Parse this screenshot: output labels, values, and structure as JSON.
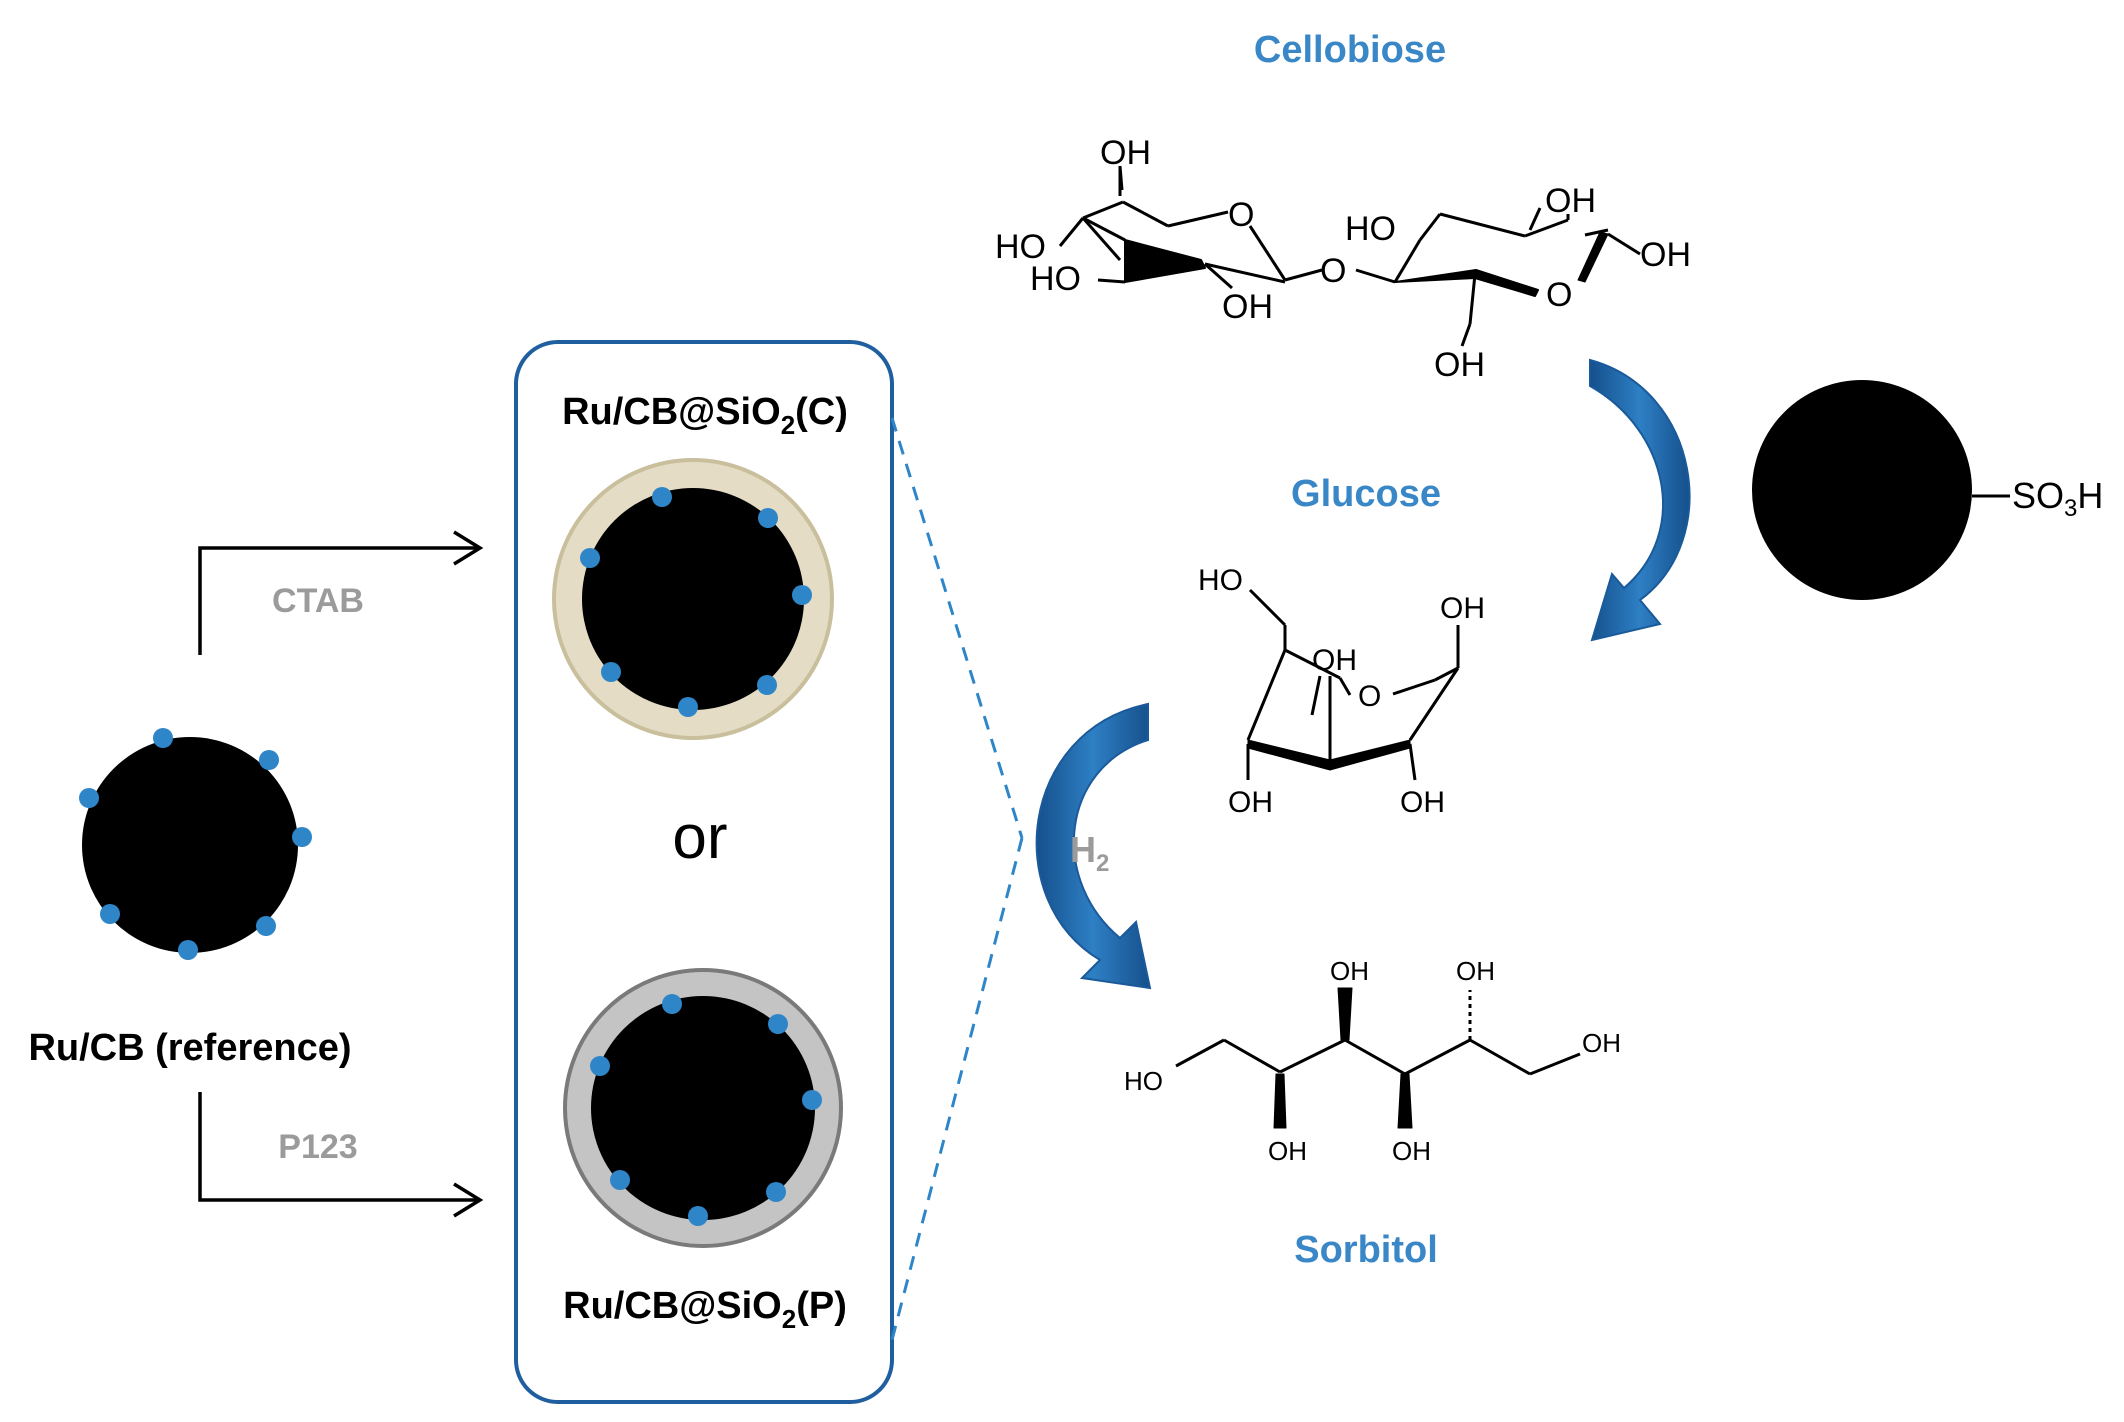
{
  "labels": {
    "cellobiose": "Cellobiose",
    "glucose": "Glucose",
    "sorbitol": "Sorbitol",
    "ru_cb_reference": "Ru/CB (reference)",
    "ctab": "CTAB",
    "p123": "P123",
    "or": "or",
    "h2_main": "H",
    "h2_sub": "2",
    "catalyst_c_prefix": "Ru/CB@SiO",
    "catalyst_c_sub": "2",
    "catalyst_c_suffix": "(C)",
    "catalyst_p_prefix": "Ru/CB@SiO",
    "catalyst_p_sub": "2",
    "catalyst_p_suffix": "(P)",
    "so3h_main": "SO",
    "so3h_sub": "3",
    "so3h_suffix": "H"
  },
  "chem_labels": {
    "oh": "OH",
    "ho": "HO",
    "o": "O"
  },
  "colors": {
    "label_blue": "#3a87c8",
    "label_gray": "#9b9b9b",
    "particle_black": "#000000",
    "ru_dot_blue": "#2e86c9",
    "ctab_shell": "#e4dcc4",
    "ctab_shell_stroke": "#c9bf9c",
    "p123_shell": "#c4c4c4",
    "p123_shell_stroke": "#7a7a7a",
    "frame_blue": "#1f5fa0",
    "arrow_blue": "#2068ae",
    "dashed_blue": "#2e86c9"
  }
}
